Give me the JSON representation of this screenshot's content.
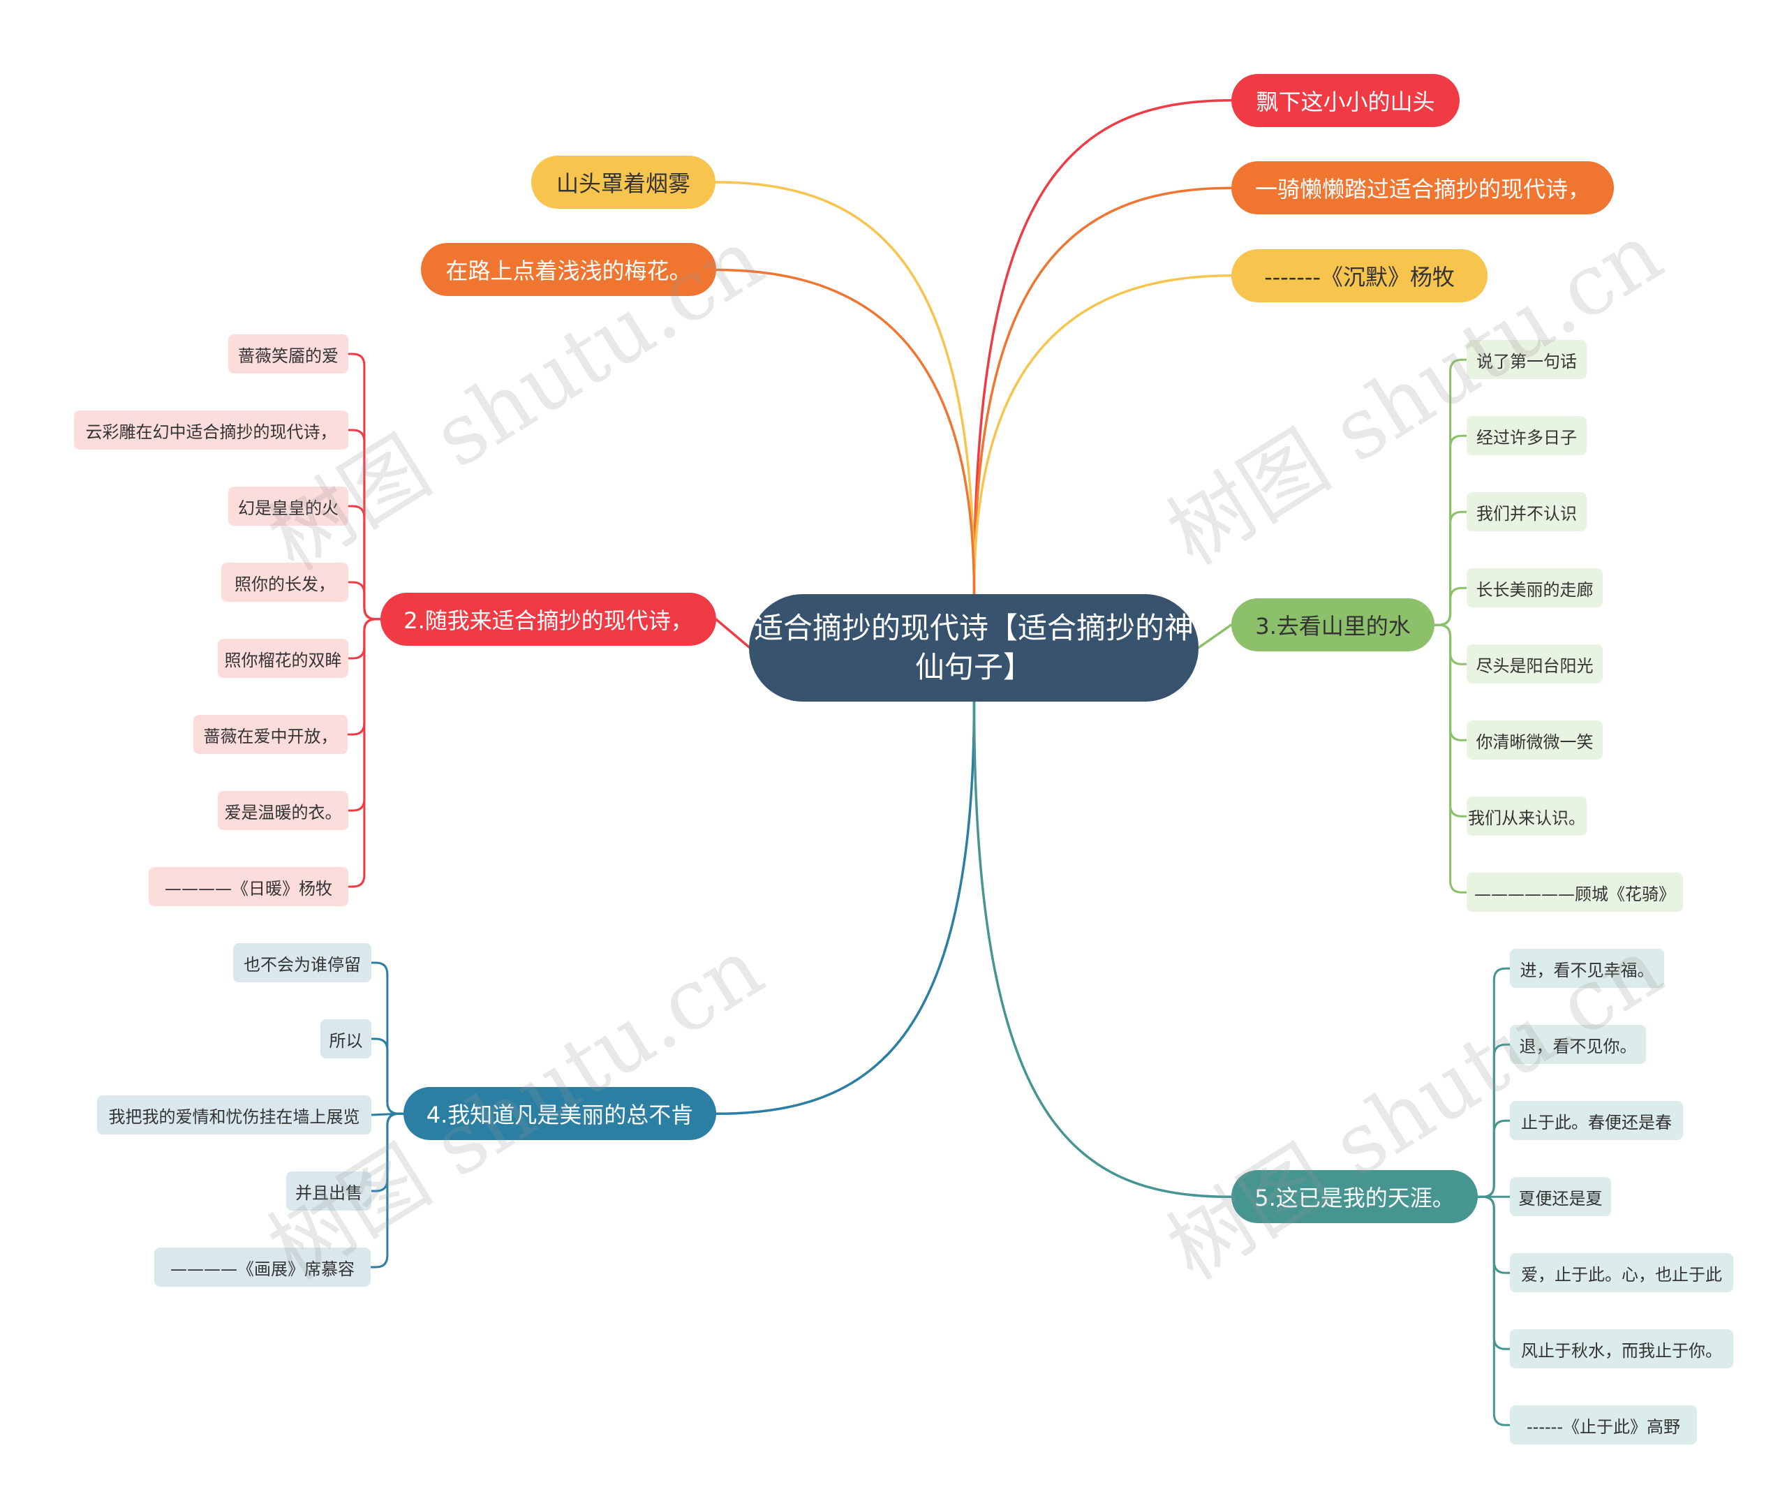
{
  "root": {
    "text": "适合摘抄的现代诗【适合摘抄的神仙句子】"
  },
  "colors": {
    "root": "#37536d",
    "red": "#f03b44",
    "orange": "#f07530",
    "yellow": "#f7c44e",
    "green": "#8cc06a",
    "blue": "#2a7fa3",
    "teal": "#469591",
    "leaf_red_bg": "#fddcdc",
    "leaf_green_bg": "#e9f3e1",
    "leaf_blue_bg": "#dae8ee",
    "leaf_teal_bg": "#dbecea"
  },
  "watermark": {
    "text": "树图 shutu.cn"
  },
  "branches": {
    "top_right_1": {
      "text": "飘下这小小的山头"
    },
    "top_right_2": {
      "text": "一骑懒懒踏过适合摘抄的现代诗，"
    },
    "top_right_3": {
      "text": "-------《沉默》杨牧"
    },
    "top_left_1": {
      "text": "山头罩着烟雾"
    },
    "top_left_2": {
      "text": "在路上点着浅浅的梅花。"
    },
    "b2": {
      "text": "2.随我来适合摘抄的现代诗，",
      "children": [
        "蔷薇笑靥的爱",
        "云彩雕在幻中适合摘抄的现代诗，",
        "幻是皇皇的火",
        "照你的长发，",
        "照你榴花的双眸",
        "蔷薇在爱中开放，",
        "爱是温暖的衣。",
        "————《日暖》杨牧"
      ]
    },
    "b3": {
      "text": "3.去看山里的水",
      "children": [
        "说了第一句话",
        "经过许多日子",
        "我们并不认识",
        "长长美丽的走廊",
        "尽头是阳台阳光",
        "你清晰微微一笑",
        "我们从来认识。",
        "——————顾城《花骑》"
      ]
    },
    "b4": {
      "text": "4.我知道凡是美丽的总不肯",
      "children": [
        "也不会为谁停留",
        "所以",
        "我把我的爱情和忧伤挂在墙上展览",
        "并且出售",
        "————《画展》席慕容"
      ]
    },
    "b5": {
      "text": "5.这已是我的天涯。",
      "children": [
        "进，看不见幸福。",
        "退，看不见你。",
        "止于此。春便还是春",
        "夏便还是夏",
        "爱，止于此。心，也止于此",
        "风止于秋水，而我止于你。",
        "------《止于此》高野"
      ]
    }
  }
}
